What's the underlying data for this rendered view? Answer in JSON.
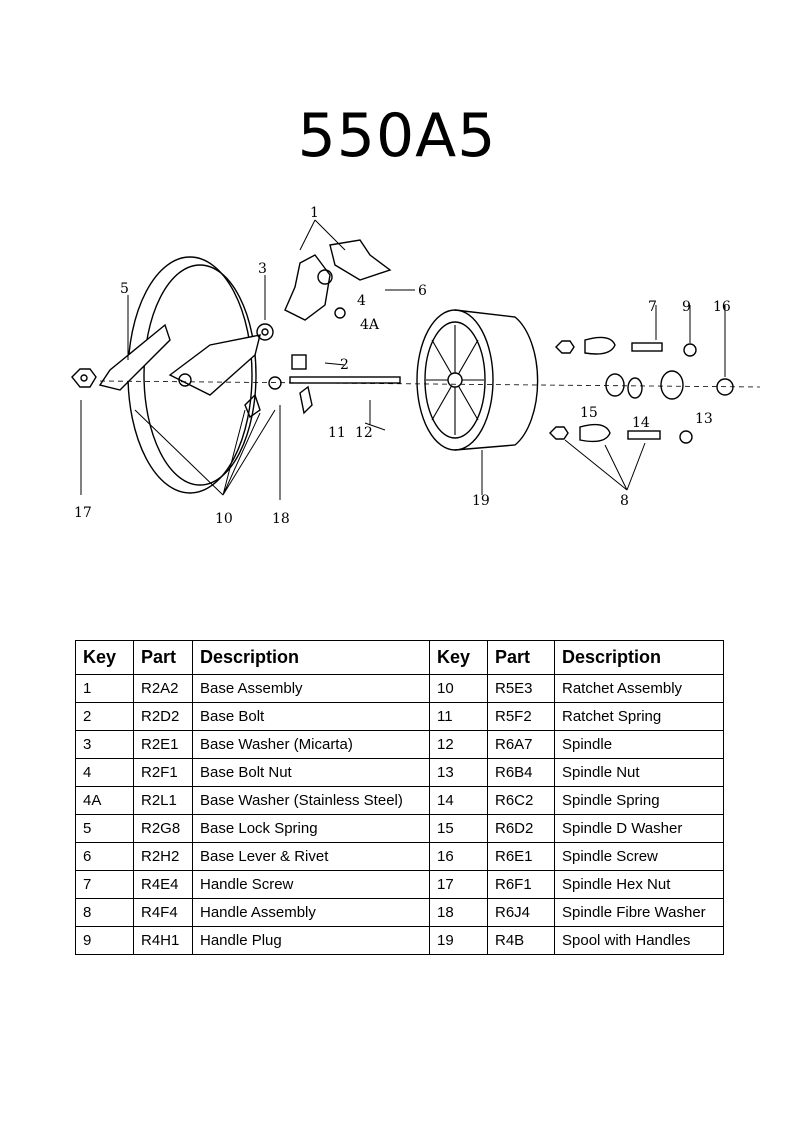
{
  "title": "550A5",
  "diagram": {
    "callouts": [
      "1",
      "2",
      "3",
      "4",
      "4A",
      "5",
      "6",
      "7",
      "8",
      "9",
      "10",
      "11",
      "12",
      "13",
      "14",
      "15",
      "16",
      "17",
      "18",
      "19"
    ]
  },
  "table": {
    "headers": [
      "Key",
      "Part",
      "Description",
      "Key",
      "Part",
      "Description"
    ],
    "rows": [
      [
        "1",
        "R2A2",
        "Base Assembly",
        "10",
        "R5E3",
        "Ratchet Assembly"
      ],
      [
        "2",
        "R2D2",
        "Base Bolt",
        "11",
        "R5F2",
        "Ratchet Spring"
      ],
      [
        "3",
        "R2E1",
        "Base Washer (Micarta)",
        "12",
        "R6A7",
        "Spindle"
      ],
      [
        "4",
        "R2F1",
        "Base Bolt Nut",
        "13",
        "R6B4",
        "Spindle Nut"
      ],
      [
        "4A",
        "R2L1",
        "Base Washer (Stainless Steel)",
        "14",
        "R6C2",
        "Spindle Spring"
      ],
      [
        "5",
        "R2G8",
        "Base Lock Spring",
        "15",
        "R6D2",
        "Spindle D Washer"
      ],
      [
        "6",
        "R2H2",
        "Base Lever & Rivet",
        "16",
        "R6E1",
        "Spindle Screw"
      ],
      [
        "7",
        "R4E4",
        "Handle Screw",
        "17",
        "R6F1",
        "Spindle Hex Nut"
      ],
      [
        "8",
        "R4F4",
        "Handle Assembly",
        "18",
        "R6J4",
        "Spindle Fibre Washer"
      ],
      [
        "9",
        "R4H1",
        "Handle Plug",
        "19",
        "R4B",
        "Spool with Handles"
      ]
    ]
  }
}
